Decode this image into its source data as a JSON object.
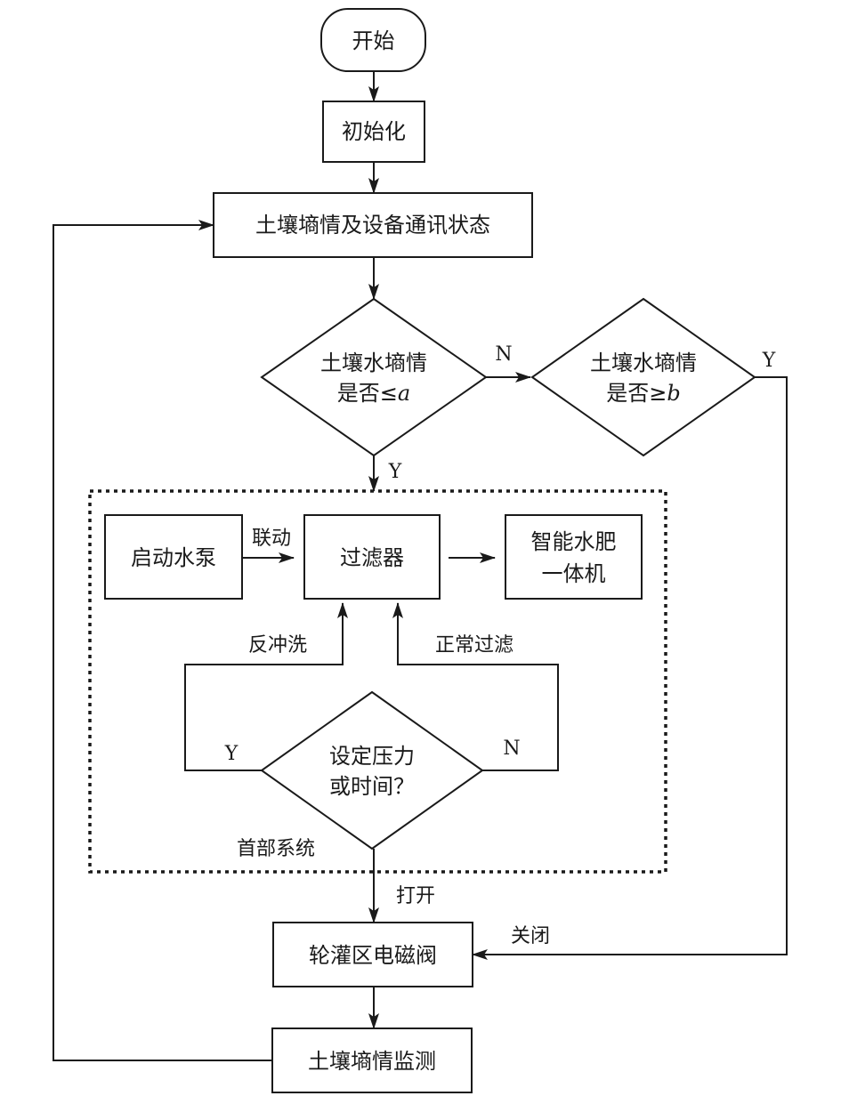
{
  "nodes": {
    "start": "开始",
    "init": "初始化",
    "soil_comm": "土壤墒情及设备通讯状态",
    "cond_a_line1": "土壤水墒情",
    "cond_a_line2_prefix": "是否≤",
    "cond_a_var": "a",
    "cond_b_line1": "土壤水墒情",
    "cond_b_line2_prefix": "是否≥",
    "cond_b_var": "b",
    "pump": "启动水泵",
    "filter": "过滤器",
    "fert_line1": "智能水肥",
    "fert_line2": "一体机",
    "pressure_line1": "设定压力",
    "pressure_line2": "或时间？",
    "valve": "轮灌区电磁阀",
    "monitor": "土壤墒情监测"
  },
  "labels": {
    "linkage": "联动",
    "backwash": "反冲洗",
    "normal_filter": "正常过滤",
    "head_system": "首部系统",
    "open": "打开",
    "close": "关闭",
    "yes": "Y",
    "no": "N"
  }
}
